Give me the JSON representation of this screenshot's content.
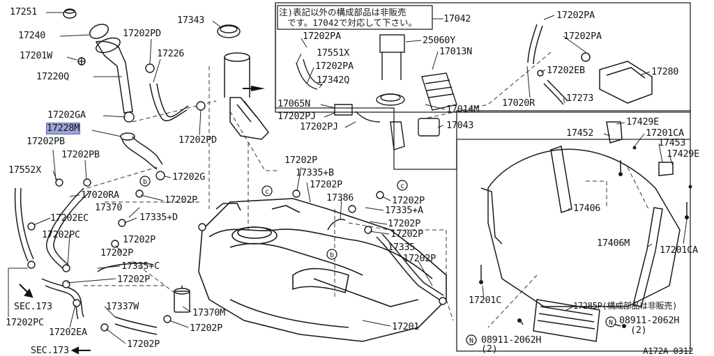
{
  "diagram": {
    "labels": [
      {
        "id": "p17251",
        "text": "17251"
      },
      {
        "id": "p17240",
        "text": "17240"
      },
      {
        "id": "p17201w",
        "text": "17201W"
      },
      {
        "id": "p17220q",
        "text": "17220Q"
      },
      {
        "id": "p17202pd_a",
        "text": "17202PD"
      },
      {
        "id": "p17226",
        "text": "17226"
      },
      {
        "id": "p17343",
        "text": "17343"
      },
      {
        "id": "p17202ga",
        "text": "17202GA"
      },
      {
        "id": "p17228m",
        "text": "17228M"
      },
      {
        "id": "p17202pb_a",
        "text": "17202PB"
      },
      {
        "id": "p17202pb_b",
        "text": "17202PB"
      },
      {
        "id": "p17202pd_b",
        "text": "17202PD"
      },
      {
        "id": "p17552x_a",
        "text": "17552X"
      },
      {
        "id": "p17202g",
        "text": "17202G"
      },
      {
        "id": "p17020ra",
        "text": "17020RA"
      },
      {
        "id": "p17202p_a",
        "text": "17202P"
      },
      {
        "id": "p17370",
        "text": "17370"
      },
      {
        "id": "p17335d",
        "text": "17335+D"
      },
      {
        "id": "p17202ec",
        "text": "17202EC"
      },
      {
        "id": "p17202pc_a",
        "text": "17202PC"
      },
      {
        "id": "p17202p_b",
        "text": "17202P"
      },
      {
        "id": "p17202p_c",
        "text": "17202P"
      },
      {
        "id": "p17335c",
        "text": "17335+C"
      },
      {
        "id": "p17202p_d",
        "text": "17202P"
      },
      {
        "id": "sec173_a",
        "text": "SEC.173"
      },
      {
        "id": "p17202pc_b",
        "text": "17202PC"
      },
      {
        "id": "p17337w",
        "text": "17337W"
      },
      {
        "id": "p17370m",
        "text": "17370M"
      },
      {
        "id": "p17202p_e",
        "text": "17202P"
      },
      {
        "id": "p17202ea",
        "text": "17202EA"
      },
      {
        "id": "p17202p_f",
        "text": "17202P"
      },
      {
        "id": "sec173_b",
        "text": "SEC.173"
      },
      {
        "id": "p17202p_g",
        "text": "17202P"
      },
      {
        "id": "p17335b",
        "text": "17335+B"
      },
      {
        "id": "p17202p_h",
        "text": "17202P"
      },
      {
        "id": "p17386",
        "text": "17386"
      },
      {
        "id": "p17202p_i",
        "text": "17202P"
      },
      {
        "id": "p17335a",
        "text": "17335+A"
      },
      {
        "id": "p17202p_j",
        "text": "17202P"
      },
      {
        "id": "p17202p_k",
        "text": "17202P"
      },
      {
        "id": "p17335",
        "text": "17335"
      },
      {
        "id": "p17202p_l",
        "text": "17202P"
      },
      {
        "id": "p17201",
        "text": "17201"
      },
      {
        "id": "p17042",
        "text": "17042"
      },
      {
        "id": "p17202pa_a",
        "text": "17202PA"
      },
      {
        "id": "p25060y",
        "text": "25060Y"
      },
      {
        "id": "p17551x",
        "text": "17551X"
      },
      {
        "id": "p17013n",
        "text": "17013N"
      },
      {
        "id": "p17202pa_b",
        "text": "17202PA"
      },
      {
        "id": "p17342q",
        "text": "17342Q"
      },
      {
        "id": "p17065n",
        "text": "17065N"
      },
      {
        "id": "p17202pj_a",
        "text": "17202PJ"
      },
      {
        "id": "p17014m",
        "text": "17014M"
      },
      {
        "id": "p17202pj_b",
        "text": "17202PJ"
      },
      {
        "id": "p17043",
        "text": "17043"
      },
      {
        "id": "p17202pa_c",
        "text": "17202PA"
      },
      {
        "id": "p17202pa_d",
        "text": "17202PA"
      },
      {
        "id": "p17202eb",
        "text": "17202EB"
      },
      {
        "id": "p17280",
        "text": "17280"
      },
      {
        "id": "p17020r",
        "text": "17020R"
      },
      {
        "id": "p17273",
        "text": "17273"
      },
      {
        "id": "p17429e_a",
        "text": "17429E"
      },
      {
        "id": "p17452",
        "text": "17452"
      },
      {
        "id": "p17201ca_a",
        "text": "17201CA"
      },
      {
        "id": "p17453",
        "text": "17453"
      },
      {
        "id": "p17429e_b",
        "text": "17429E"
      },
      {
        "id": "p17406",
        "text": "17406"
      },
      {
        "id": "p17406m",
        "text": "17406M"
      },
      {
        "id": "p17201ca_b",
        "text": "17201CA"
      },
      {
        "id": "p17201c",
        "text": "17201C"
      },
      {
        "id": "p17285p",
        "text": "17285P(構成部品は非販売)"
      },
      {
        "id": "p08911_a",
        "text": "08911-2062H"
      },
      {
        "id": "qty_a",
        "text": "(2)"
      },
      {
        "id": "p08911_b",
        "text": "08911-2062H"
      },
      {
        "id": "qty_b",
        "text": "(2)"
      }
    ],
    "markers": [
      {
        "id": "m_b1",
        "text": "b"
      },
      {
        "id": "m_c1",
        "text": "c"
      },
      {
        "id": "m_c2",
        "text": "c"
      },
      {
        "id": "m_b2",
        "text": "b"
      },
      {
        "id": "m_n1",
        "text": "N"
      },
      {
        "id": "m_n2",
        "text": "N"
      }
    ],
    "note_line1": "注)表記以外の構成部品は非販売",
    "note_line2": "です。17042で対応して下さい。",
    "figure_code": "A172A 0312",
    "highlight_label": "17228M",
    "highlight_color": "#9aa6d6"
  }
}
